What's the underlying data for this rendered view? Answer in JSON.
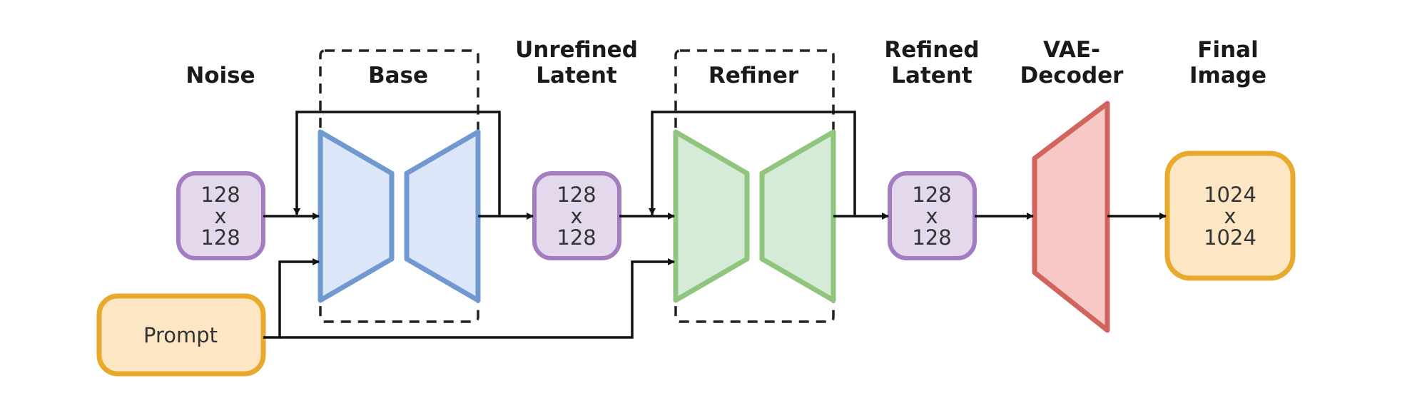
{
  "labels": {
    "noise": "Noise",
    "base": "Base",
    "unrefined_1": "Unrefined",
    "unrefined_2": "Latent",
    "refiner": "Refiner",
    "refined_1": "Refined",
    "refined_2": "Latent",
    "vae_1": "VAE-",
    "vae_2": "Decoder",
    "final_1": "Final",
    "final_2": "Image"
  },
  "boxes": {
    "noise": [
      "128",
      "x",
      "128"
    ],
    "unrefined": [
      "128",
      "x",
      "128"
    ],
    "refined": [
      "128",
      "x",
      "128"
    ],
    "final": [
      "1024",
      "x",
      "1024"
    ],
    "prompt": "Prompt"
  },
  "colors": {
    "latent_fill": "#e3d8ec",
    "latent_stroke": "#a47cc0",
    "base_fill": "#dbe7f9",
    "base_stroke": "#7199d1",
    "refiner_fill": "#d5ebd7",
    "refiner_stroke": "#8fc57d",
    "vae_fill": "#f6c9c7",
    "vae_stroke": "#d2645e",
    "yellow_fill": "#fde6c4",
    "yellow_stroke": "#e8aa2c"
  }
}
